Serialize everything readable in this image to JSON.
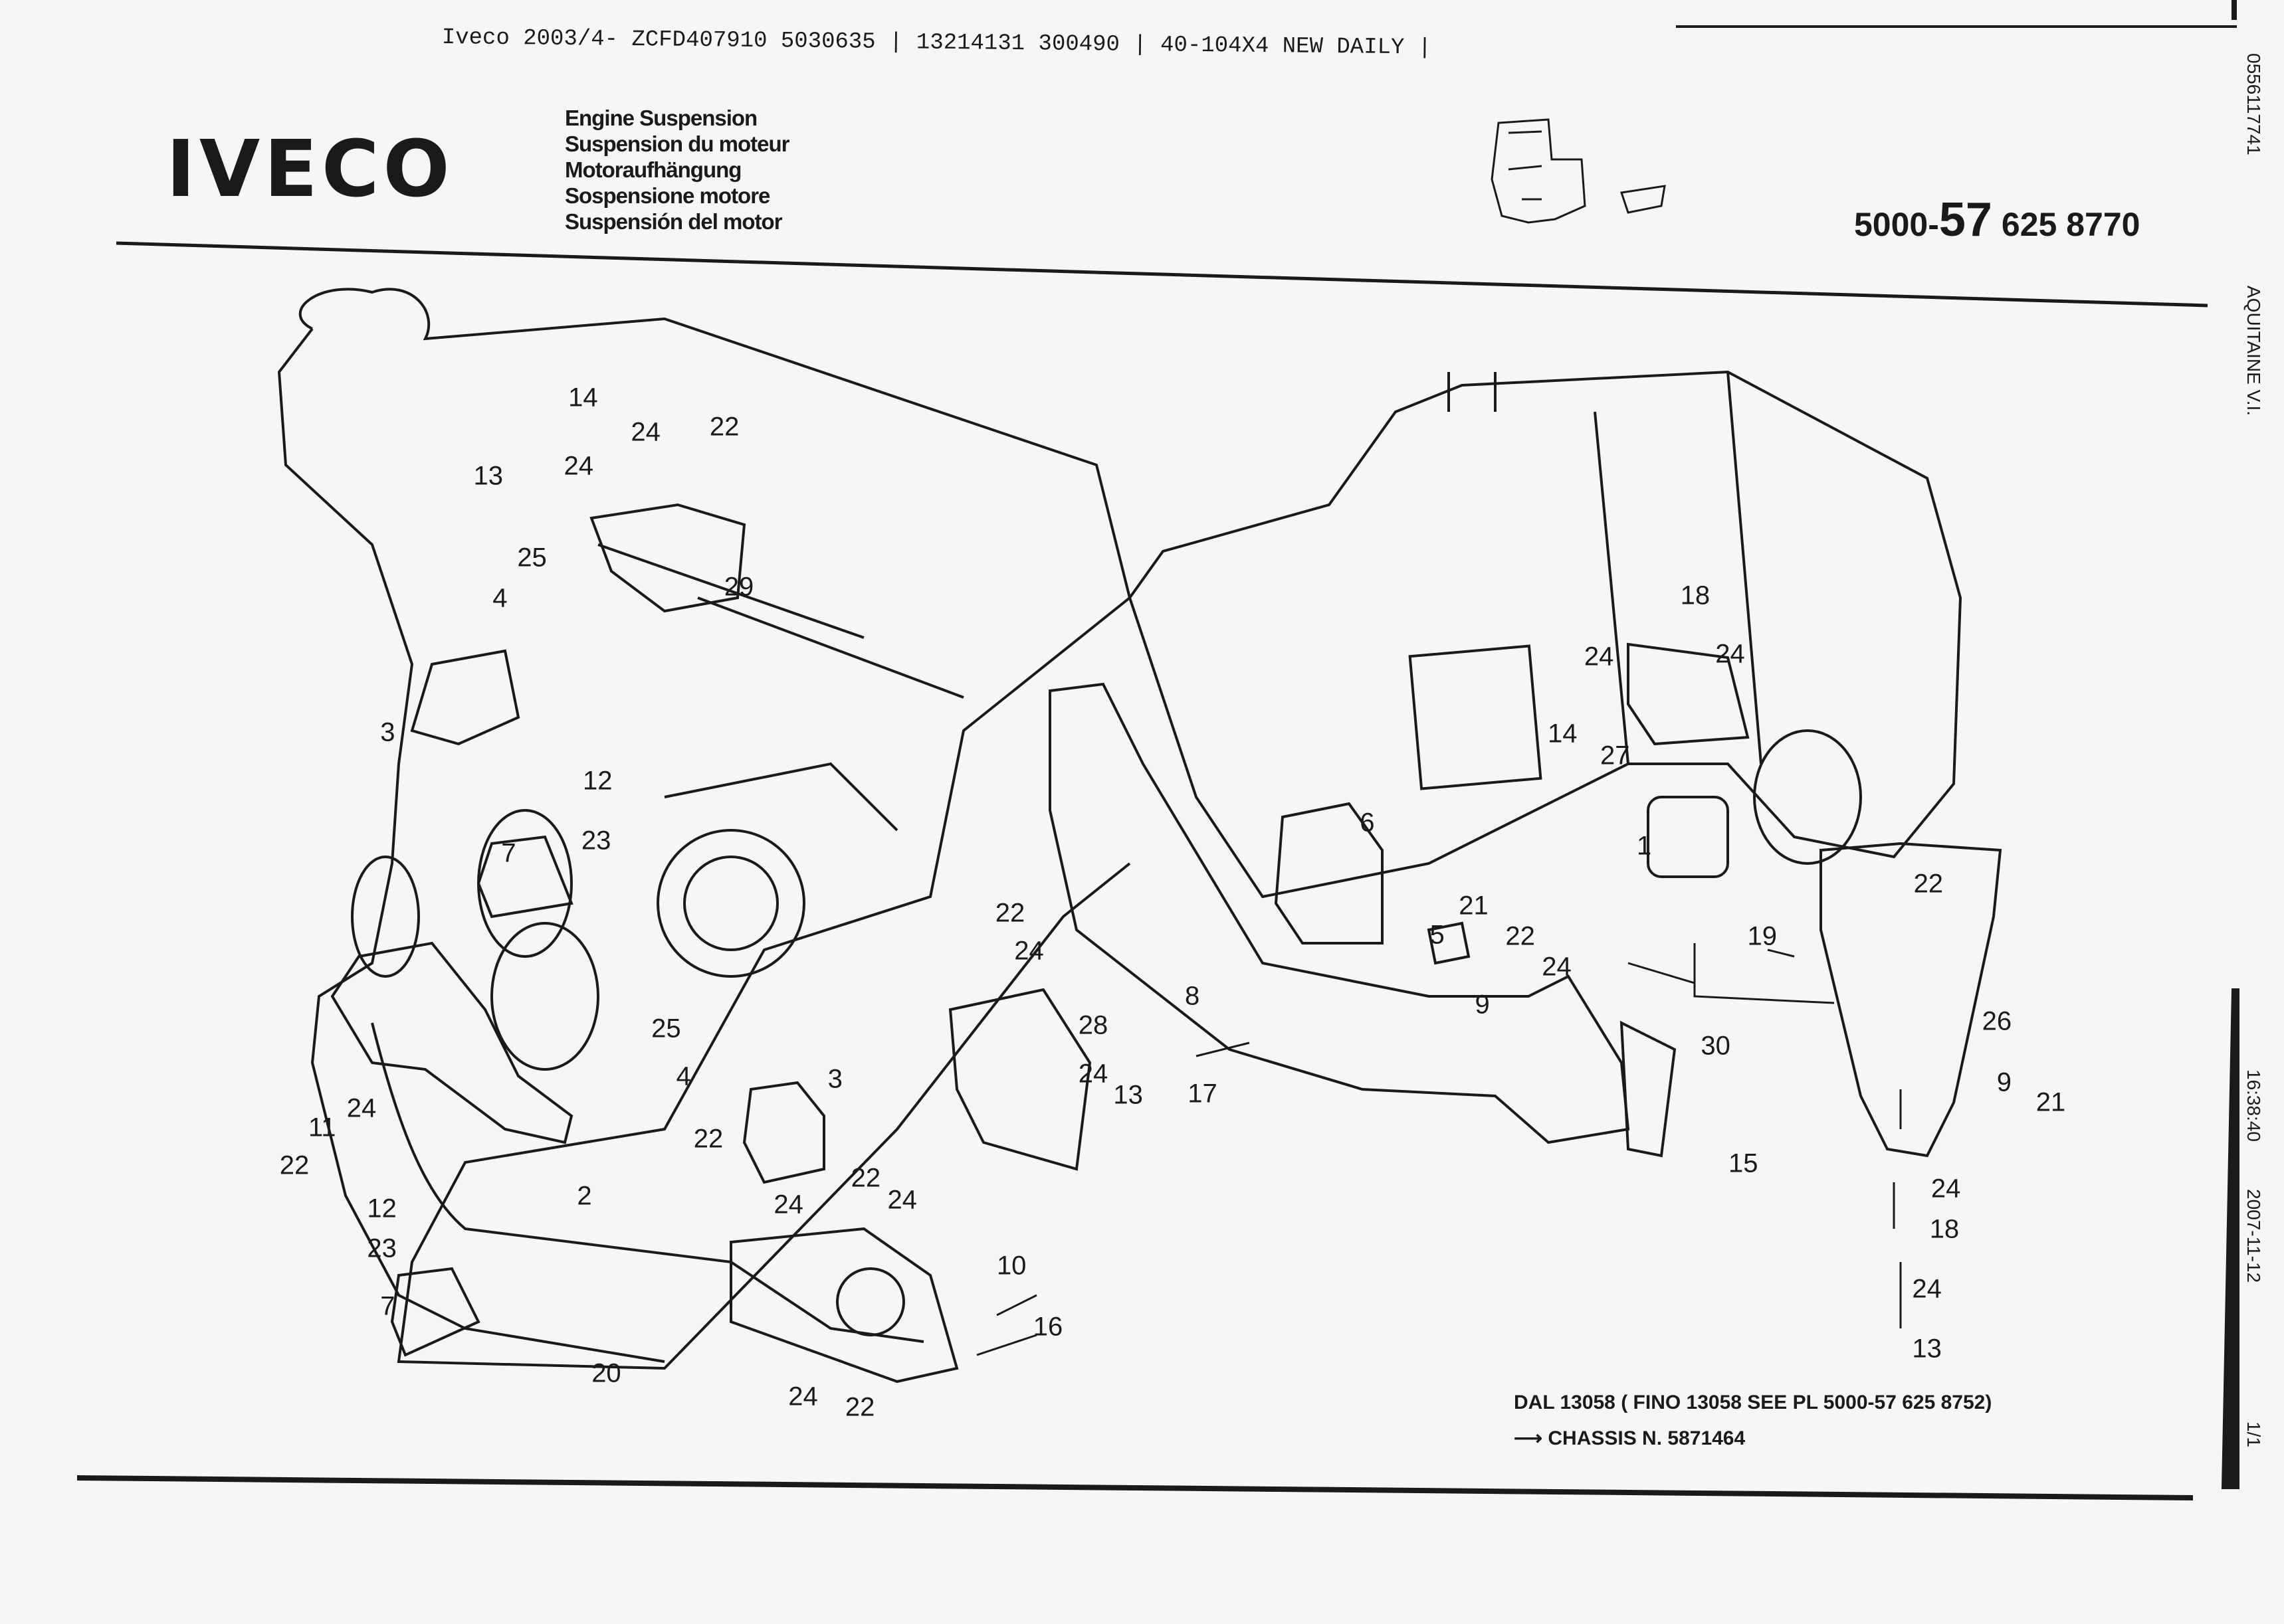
{
  "header": {
    "info_line": "Iveco 2003/4- ZCFD407910 5030635 | 13214131 300490 | 40-104X4 NEW DAILY |",
    "logo_text": "IVECO",
    "titles": [
      "Engine Suspension",
      "Suspension du moteur",
      "Motoraufhängung",
      "Sospensione motore",
      "Suspensión del motor"
    ],
    "part_number": {
      "prefix": "5000-",
      "group": "57",
      "suffix": "625 8770"
    }
  },
  "side": {
    "fax_number": "0556117741",
    "sender": "AQUITAINE V.I.",
    "time": "16:38:40",
    "date": "2007-11-12",
    "page": "1/1"
  },
  "footer": {
    "line1": "DAL 13058 ( FINO 13058 SEE PL 5000-57 625 8752)",
    "arrow": "⟶",
    "line2": "CHASSIS N. 5871464"
  },
  "callouts": [
    "14",
    "24",
    "22",
    "13",
    "24",
    "25",
    "29",
    "4",
    "3",
    "12",
    "23",
    "7",
    "18",
    "24",
    "24",
    "14",
    "27",
    "6",
    "1",
    "22",
    "21",
    "22",
    "5",
    "24",
    "9",
    "19",
    "8",
    "26",
    "30",
    "25",
    "4",
    "3",
    "28",
    "22",
    "24",
    "24",
    "13",
    "17",
    "9",
    "21",
    "11",
    "24",
    "22",
    "22",
    "24",
    "22",
    "24",
    "12",
    "2",
    "23",
    "7",
    "15",
    "24",
    "18",
    "24",
    "13",
    "10",
    "16",
    "20",
    "24",
    "22"
  ]
}
